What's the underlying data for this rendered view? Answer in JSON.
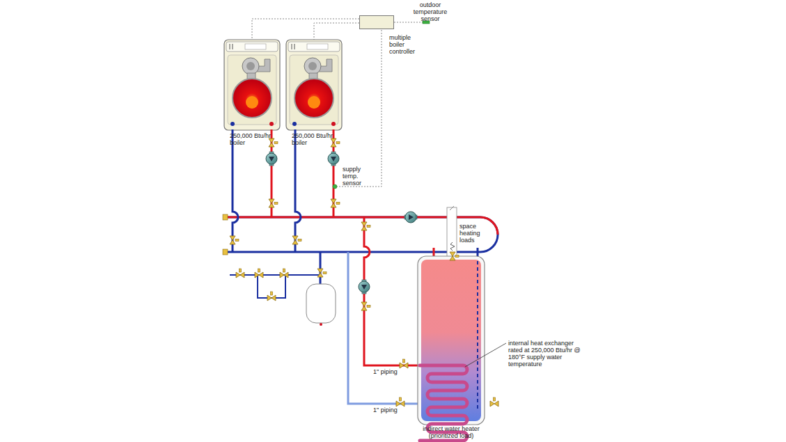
{
  "diagram": {
    "nodes": [
      {
        "text": [
          "multiple boiler controller"
        ]
      },
      {
        "text": [
          "250,000 Btu/hr boiler"
        ]
      },
      {
        "text": [
          "250,000 Btu/hr boiler"
        ]
      },
      {
        "text": [
          "indirect water heater (prioritized load)"
        ]
      }
    ],
    "edges": [
      {
        "from": 0,
        "to": 1,
        "arrow": "none"
      },
      {
        "from": 0,
        "to": 2,
        "arrow": "none"
      }
    ],
    "labels": [
      "outdoor temperature sensor",
      "supply temp. sensor",
      "space heating loads",
      "internal heat exchanger rated at 250,000 Btu/hr @ 180°F supply water temperature",
      "1\" piping",
      "1\" piping"
    ]
  }
}
